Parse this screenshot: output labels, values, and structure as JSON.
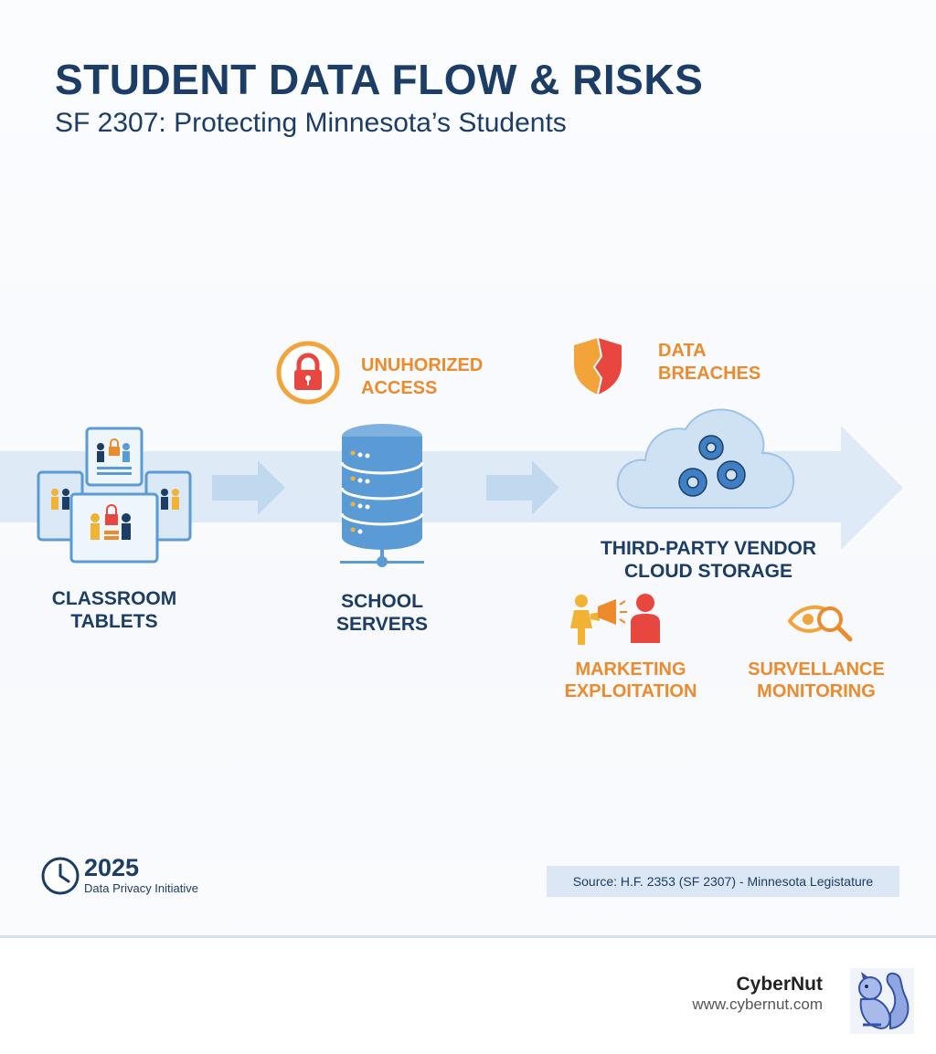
{
  "header": {
    "title": "STUDENT DATA FLOW & RISKS",
    "subtitle": "SF 2307: Protecting Minnesota’s Students"
  },
  "flow": {
    "nodes": [
      {
        "line1": "CLASSROOM",
        "line2": "TABLETS"
      },
      {
        "line1": "SCHOOL",
        "line2": "SERVERS"
      },
      {
        "line1": "THIRD-PARTY VENDOR",
        "line2": "CLOUD STORAGE"
      }
    ]
  },
  "risks": {
    "unauthorized": {
      "line1": "UNUHORIZED",
      "line2": "ACCESS",
      "icon": "lock-icon"
    },
    "breaches": {
      "line1": "DATA",
      "line2": "BREACHES",
      "icon": "broken-shield-icon"
    },
    "marketing": {
      "line1": "MARKETING",
      "line2": "EXPLOITATION",
      "icon": "megaphone-icon"
    },
    "surveillance": {
      "line1": "SURVELLANCE",
      "line2": "MONITORING",
      "icon": "eye-magnifier-icon"
    }
  },
  "badge": {
    "year": "2025",
    "label": "Data Privacy Initiative",
    "icon": "clock-icon"
  },
  "source": "Source: H.F. 2353 (SF 2307) - Minnesota Legistature",
  "footer": {
    "brand": "CyberNut",
    "url": "www.cybernut.com",
    "icon": "squirrel-logo-icon"
  },
  "colors": {
    "navy": "#1b3d66",
    "orange": "#ec8a2c",
    "red": "#e8473f",
    "blue": "#5b9bd5",
    "flow": "#d6e6f5"
  }
}
